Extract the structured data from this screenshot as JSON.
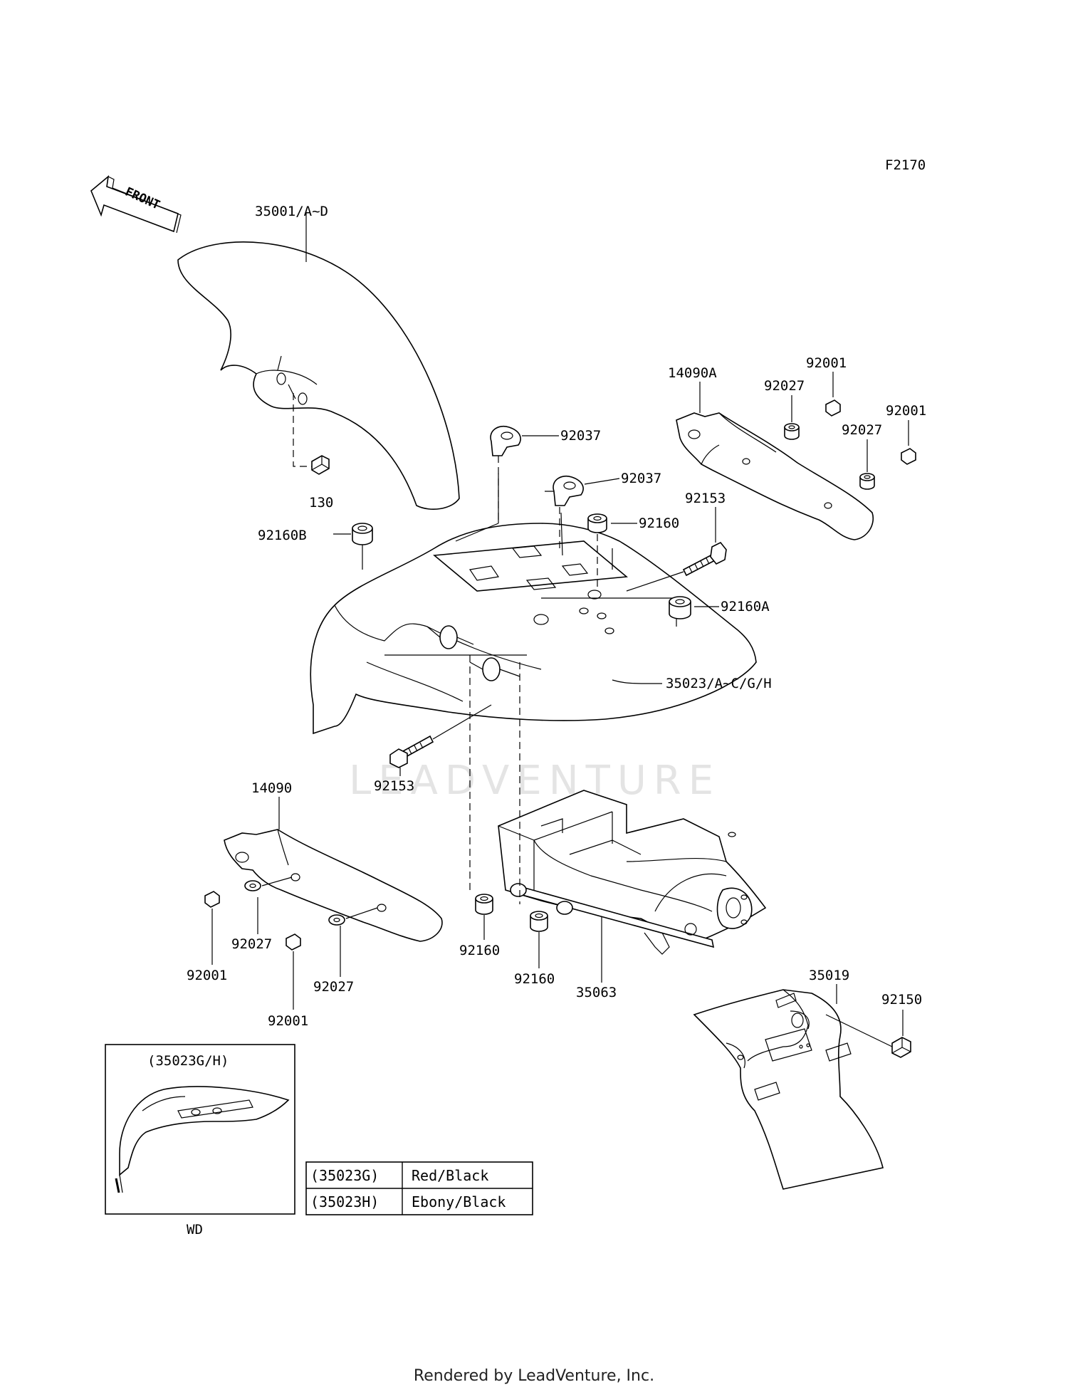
{
  "figure_id": "F2170",
  "front_arrow_label": "FRONT",
  "watermark": "LEADVENTURE",
  "labels": {
    "front_fender": "35001/A~D",
    "bolt_130": "130",
    "grommet_92160B": "92160B",
    "clamp_92037_a": "92037",
    "clamp_92037_b": "92037",
    "grommet_92160_top": "92160",
    "bolt_92153_right": "92153",
    "grommet_92160A": "92160A",
    "rear_fender": "35023/A~C/G/H",
    "bolt_92153_left": "92153",
    "cover_14090A": "14090A",
    "bolt_92001_top": "92001",
    "collar_92027_top_a": "92027",
    "collar_92027_top_b": "92027",
    "bolt_92001_right": "92001",
    "cover_14090": "14090",
    "collar_92027_low_a": "92027",
    "bolt_92001_low_a": "92001",
    "collar_92027_low_b": "92027",
    "bolt_92001_low_b": "92001",
    "grommet_92160_low_a": "92160",
    "grommet_92160_low_b": "92160",
    "bracket_35063": "35063",
    "flap_35019": "35019",
    "bolt_92150": "92150"
  },
  "inset": {
    "title": "(35023G/H)",
    "caption": "WD"
  },
  "color_table": [
    {
      "code": "(35023G)",
      "color": "Red/Black"
    },
    {
      "code": "(35023H)",
      "color": "Ebony/Black"
    }
  ],
  "footer": "Rendered by LeadVenture, Inc."
}
